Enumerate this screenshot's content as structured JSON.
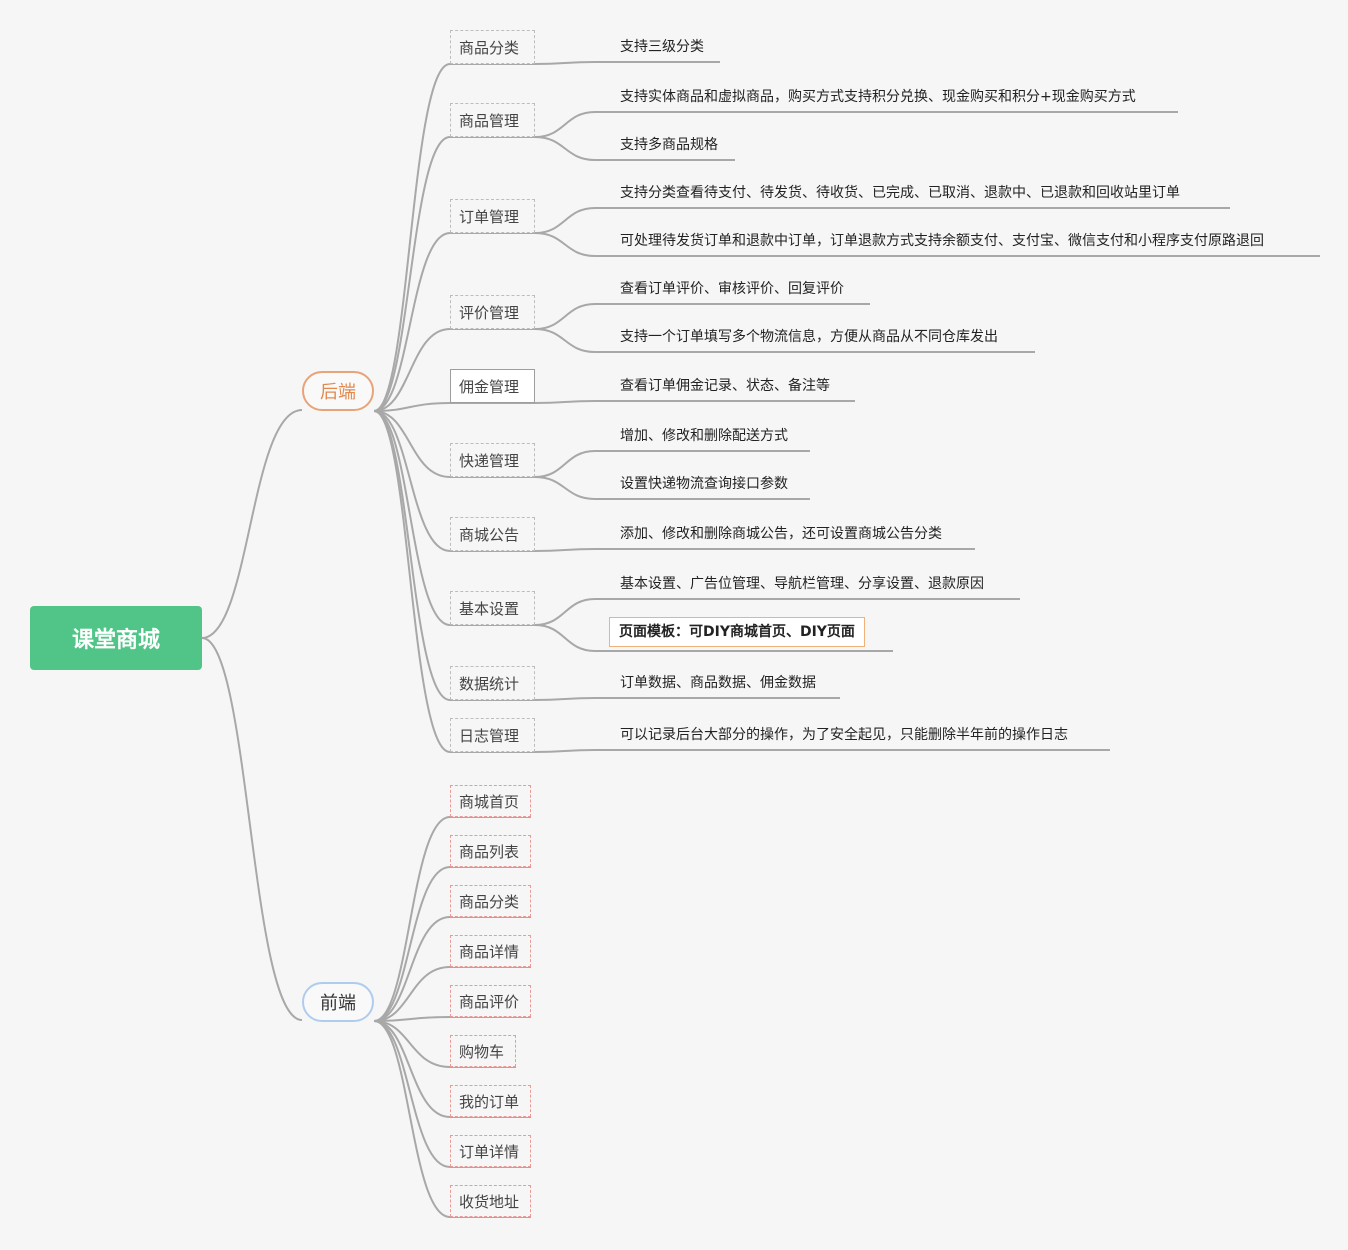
{
  "root": {
    "label": "课堂商城"
  },
  "backend": {
    "label": "后端",
    "categories": [
      {
        "label": "商品分类",
        "items": [
          "支持三级分类"
        ]
      },
      {
        "label": "商品管理",
        "items": [
          "支持实体商品和虚拟商品，购买方式支持积分兑换、现金购买和积分+现金购买方式",
          "支持多商品规格"
        ]
      },
      {
        "label": "订单管理",
        "items": [
          "支持分类查看待支付、待发货、待收货、已完成、已取消、退款中、已退款和回收站里订单",
          "可处理待发货订单和退款中订单，订单退款方式支持余额支付、支付宝、微信支付和小程序支付原路退回"
        ]
      },
      {
        "label": "评价管理",
        "items": [
          "查看订单评价、审核评价、回复评价",
          "支持一个订单填写多个物流信息，方便从商品从不同仓库发出"
        ]
      },
      {
        "label": "佣金管理",
        "items": [
          "查看订单佣金记录、状态、备注等"
        ]
      },
      {
        "label": "快递管理",
        "items": [
          "增加、修改和删除配送方式",
          "设置快递物流查询接口参数"
        ]
      },
      {
        "label": "商城公告",
        "items": [
          "添加、修改和删除商城公告，还可设置商城公告分类"
        ]
      },
      {
        "label": "基本设置",
        "items": [
          "基本设置、广告位管理、导航栏管理、分享设置、退款原因",
          "页面模板：可DIY商城首页、DIY页面"
        ]
      },
      {
        "label": "数据统计",
        "items": [
          "订单数据、商品数据、佣金数据"
        ]
      },
      {
        "label": "日志管理",
        "items": [
          "可以记录后台大部分的操作，为了安全起见，只能删除半年前的操作日志"
        ]
      }
    ]
  },
  "frontend": {
    "label": "前端",
    "categories": [
      {
        "label": "商城首页"
      },
      {
        "label": "商品列表"
      },
      {
        "label": "商品分类"
      },
      {
        "label": "商品详情"
      },
      {
        "label": "商品评价"
      },
      {
        "label": "购物车"
      },
      {
        "label": "我的订单"
      },
      {
        "label": "订单详情"
      },
      {
        "label": "收货地址"
      }
    ]
  },
  "colors": {
    "root": "#51c587",
    "line": "#a8a8a8",
    "backend_border": "#e8a479",
    "frontend_border": "#aecdee",
    "highlight_border": "#f0b27a",
    "frontend_dash": "#e89b97"
  }
}
